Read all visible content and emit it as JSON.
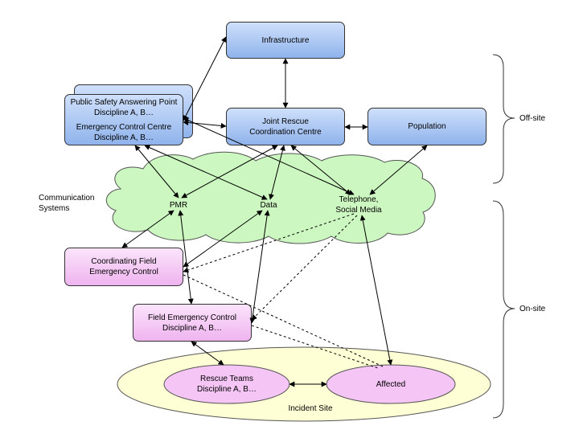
{
  "nodes": {
    "infrastructure": "Infrastructure",
    "psap_line1": "Public Safety Answering Point",
    "psap_line2": "Discipline A, B…",
    "ecc_line1": "Emergency Control Centre",
    "ecc_line2": "Discipline A, B…",
    "jrcc_line1": "Joint Rescue",
    "jrcc_line2": "Coordination Centre",
    "population": "Population",
    "cfec_line1": "Coordinating Field",
    "cfec_line2": "Emergency Control",
    "fec_line1": "Field Emergency Control",
    "fec_line2": "Discipline A, B…",
    "rescue_line1": "Rescue Teams",
    "rescue_line2": "Discipline A, B…",
    "affected": "Affected"
  },
  "cloud": {
    "label_line1": "Communication",
    "label_line2": "Systems",
    "pmr": "PMR",
    "data": "Data",
    "telephone_line1": "Telephone,",
    "telephone_line2": "Social Media"
  },
  "incident_site": "Incident Site",
  "braces": {
    "offsite": "Off-site",
    "onsite": "On-site"
  },
  "colors": {
    "blue_box": "#a9c6f3",
    "pink_box": "#f5c6f5",
    "cloud": "#ccf7c0",
    "incident_ellipse": "#ffffd6"
  }
}
